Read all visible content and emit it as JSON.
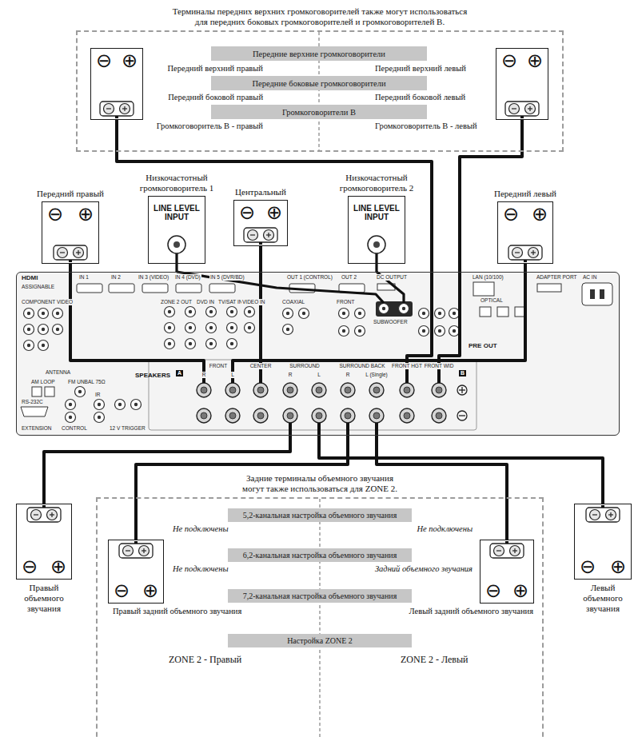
{
  "diagram": {
    "nodes": [
      {
        "text": [
          "Терминалы передних верхних громкоговорителей также могут использоваться для передних боковых громкоговорителей и громкоговорителей B."
        ]
      },
      {
        "text": [
          "⊖",
          "⊕"
        ],
        "in": 0
      },
      {
        "text": [
          "Передние верхние громкоговорители"
        ],
        "in": 0
      },
      {
        "text": [
          "Передние боковые громкоговорители"
        ],
        "in": 0
      },
      {
        "text": [
          "Громкоговорители B"
        ],
        "in": 0
      },
      {
        "text": [
          "⊖",
          "⊕"
        ],
        "in": 0
      },
      {
        "text": [
          "Передний правый",
          "⊖",
          "⊕"
        ]
      },
      {
        "text": [
          "Низкочастотный громкоговоритель 1",
          "LINE LEVEL INPUT"
        ]
      },
      {
        "text": [
          "Центральный",
          "⊖",
          "⊕"
        ]
      },
      {
        "text": [
          "Низкочастотный громкоговоритель 2",
          "LINE LEVEL INPUT"
        ]
      },
      {
        "text": [
          "Передний левый",
          "⊖",
          "⊕"
        ]
      },
      {
        "text": [
          "SPEAKERS"
        ]
      },
      {
        "text": [
          "Правый объемного звучания",
          "⊖",
          "⊕"
        ]
      },
      {
        "text": [
          "Задние терминалы объемного звучания могут также использоваться для ZONE 2."
        ]
      },
      {
        "text": [
          "⊖",
          "⊕"
        ],
        "in": 13
      },
      {
        "text": [
          "5,2-канальная настройка объемного звучания"
        ],
        "in": 13
      },
      {
        "text": [
          "6,2-канальная настройка объемного звучания"
        ],
        "in": 13
      },
      {
        "text": [
          "7,2-канальная настройка объемного звучания"
        ],
        "in": 13
      },
      {
        "text": [
          "Настройка ZONE 2"
        ],
        "in": 13
      },
      {
        "text": [
          "⊖",
          "⊕"
        ],
        "in": 13
      },
      {
        "text": [
          "Левый объемного звучания",
          "⊖",
          "⊕"
        ]
      }
    ],
    "edges": [
      {
        "from": 1,
        "to": 11,
        "arrow": "none"
      },
      {
        "from": 5,
        "to": 11,
        "arrow": "none"
      },
      {
        "from": 6,
        "to": 11,
        "arrow": "none"
      },
      {
        "from": 7,
        "to": 11,
        "arrow": "none"
      },
      {
        "from": 8,
        "to": 11,
        "arrow": "none"
      },
      {
        "from": 9,
        "to": 11,
        "arrow": "none"
      },
      {
        "from": 10,
        "to": 11,
        "arrow": "none"
      },
      {
        "from": 12,
        "to": 11,
        "arrow": "none"
      },
      {
        "from": 14,
        "to": 11,
        "arrow": "none"
      },
      {
        "from": 19,
        "to": 11,
        "arrow": "none"
      },
      {
        "from": 20,
        "to": 11,
        "arrow": "none"
      }
    ],
    "labels": [
      "Передний верхний правый",
      "Передний верхний левый",
      "Передний боковой правый",
      "Передний боковой левый",
      "Громкоговоритель B - правый",
      "Громкоговоритель B - левый",
      "Не подключены",
      "Не подключены",
      "Не подключены",
      "Задний объемного звучания",
      "Правый задний объемного звучания",
      "Левый задний объемного звучания",
      "ZONE 2 - Правый",
      "ZONE 2 - Левый",
      "HDMI",
      "ASSIGNABLE",
      "IN 1",
      "IN 2",
      "IN 3 (VIDEO)",
      "IN 4 (DVD)",
      "IN 5 (DVR/BD)",
      "OUT 1 (CONTROL)",
      "OUT 2",
      "DC OUTPUT",
      "LAN (10/100)",
      "ADAPTER PORT",
      "AC IN",
      "COMPONENT VIDEO",
      "ZONE 2 OUT",
      "DVD IN",
      "TV/SAT IN",
      "VIDEO IN",
      "COAXIAL",
      "FRONT",
      "SUBWOOFER",
      "OPTICAL",
      "PRE OUT",
      "ANTENNA",
      "AM LOOP",
      "FM UNBAL 75Ω",
      "RS-232C",
      "IR",
      "CONTROL",
      "12 V TRIGGER",
      "EXTENSION",
      "A",
      "R",
      "FRONT",
      "L",
      "CENTER",
      "R",
      "SURROUND",
      "L",
      "R",
      "SURROUND BACK",
      "L (Single)",
      "FRONT HGT",
      "FRONT WID",
      "B"
    ]
  }
}
